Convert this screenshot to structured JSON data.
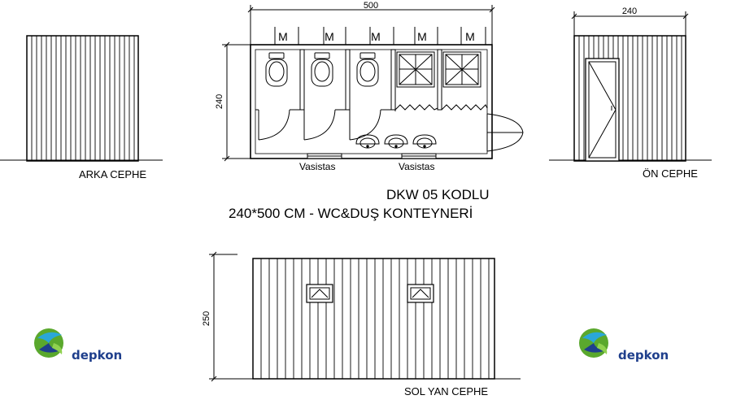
{
  "views": {
    "back": "ARKA CEPHE",
    "front": "ÖN CEPHE",
    "left_side": "SOL YAN CEPHE"
  },
  "title": {
    "line1": "DKW 05 KODLU",
    "line2": "240*500 CM - WC&DUŞ KONTEYNERİ"
  },
  "plan": {
    "dim_width": "500",
    "dim_depth": "240",
    "fixture_marks": [
      "M",
      "M",
      "M",
      "M",
      "M"
    ],
    "window_labels": [
      "Vasistas",
      "Vasistas"
    ]
  },
  "front_view": {
    "dim_width": "240"
  },
  "side_view": {
    "dim_height": "250"
  },
  "brand": {
    "name": "depkon",
    "colors": {
      "blue": "#1f3f8c",
      "green": "#5aa82d",
      "cyan": "#2aa7d9"
    }
  },
  "icons": [
    "toilet-icon",
    "shower-icon",
    "sink-icon",
    "door-icon",
    "window-icon",
    "logo-icon"
  ]
}
